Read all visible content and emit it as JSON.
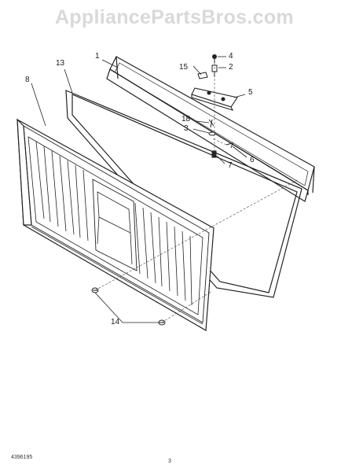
{
  "watermark": "AppliancePartsBros.com",
  "header_lines": [
    "",
    ""
  ],
  "callouts": {
    "c1": "1",
    "c2": "2",
    "c3": "3",
    "c4": "4",
    "c5": "5",
    "c6": "6",
    "c7": "7",
    "c8": "8",
    "c13": "13",
    "c14": "14",
    "c15": "15",
    "c18": "18"
  },
  "footer": {
    "doc_number": "4396195",
    "page_number": "3"
  },
  "colors": {
    "line": "#222222",
    "watermark": "#d9d9d9",
    "panel_fill": "#ffffff"
  }
}
